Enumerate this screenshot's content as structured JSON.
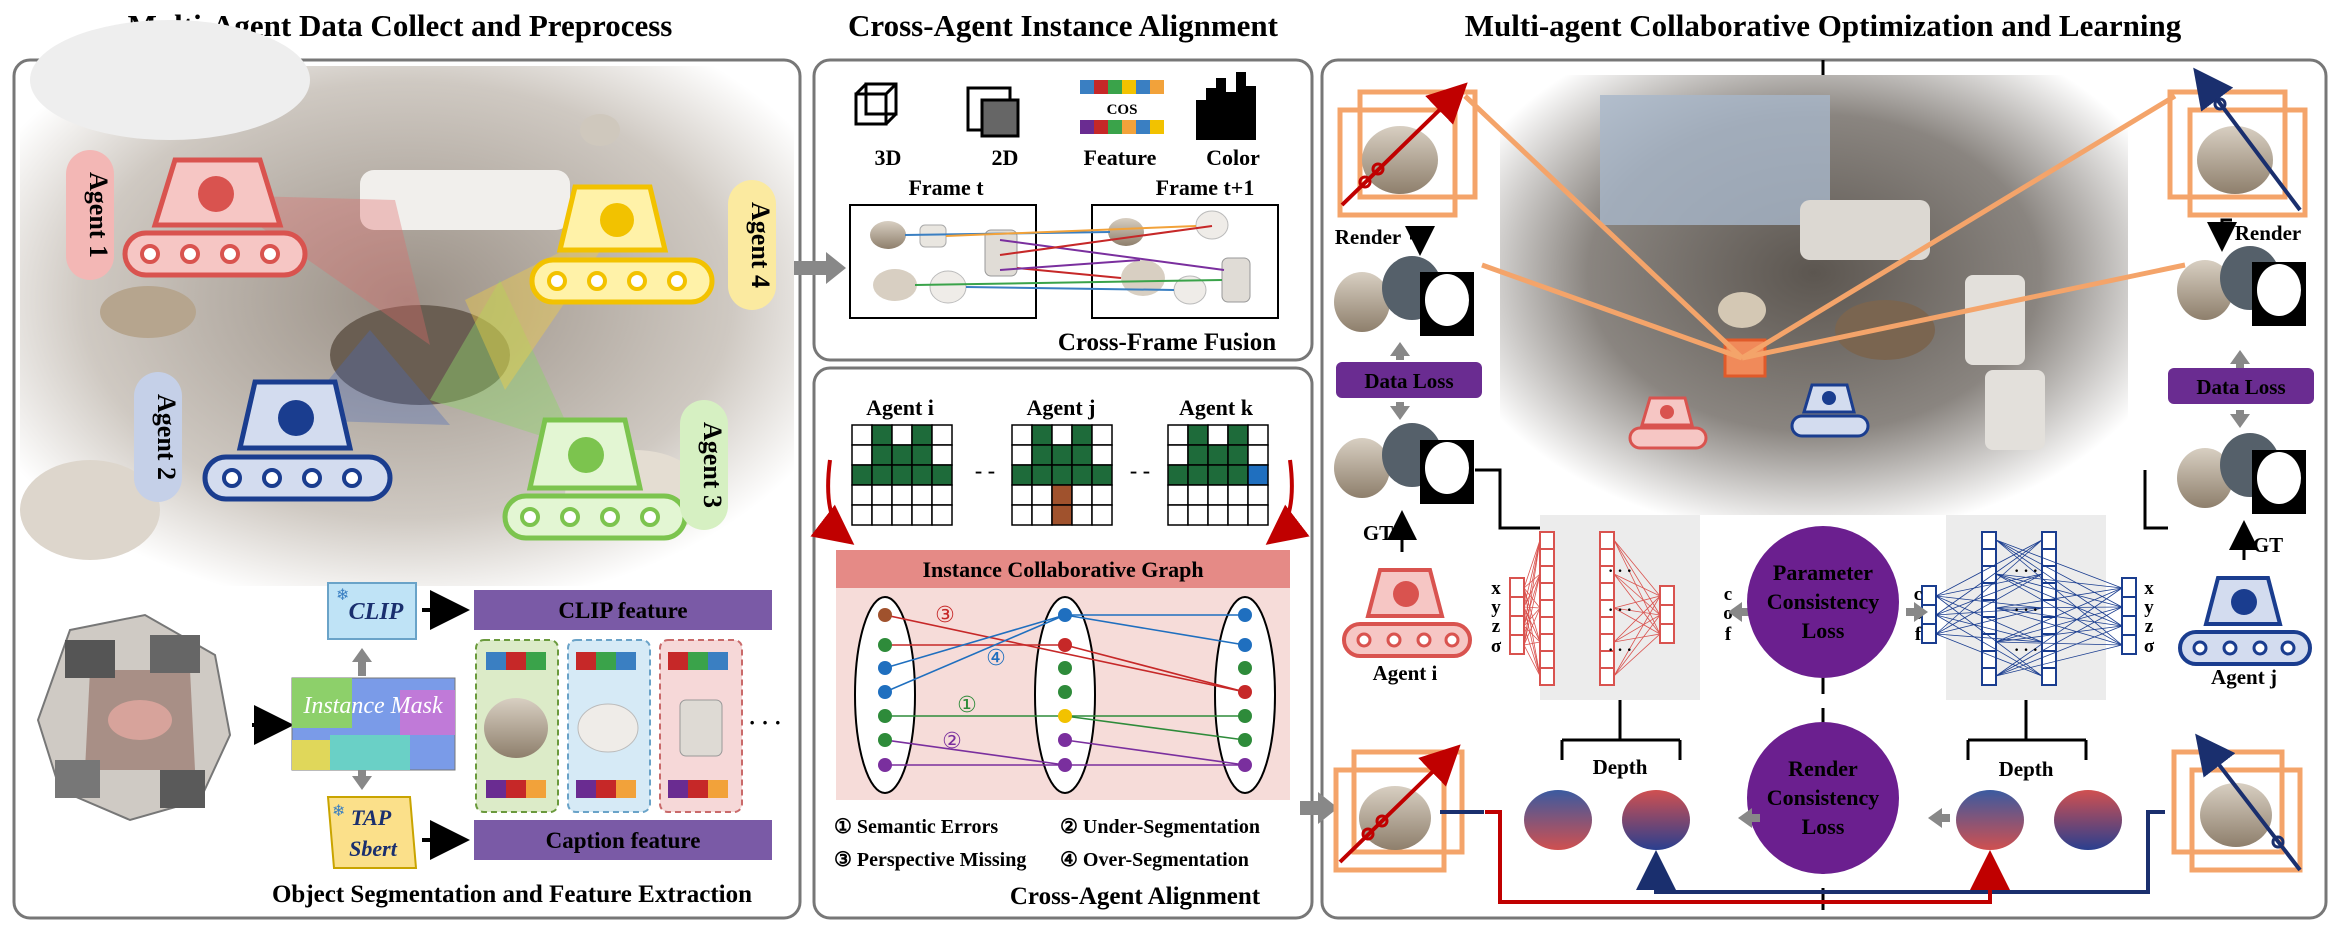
{
  "headers": {
    "left": "Multi-Agent Data Collect and Preprocess",
    "middle": "Cross-Agent Instance Alignment",
    "right": "Multi-agent Collaborative Optimization and Learning"
  },
  "left_panel": {
    "agents": [
      "Agent 1",
      "Agent 2",
      "Agent 3",
      "Agent 4"
    ],
    "clip": "CLIP",
    "instance_mask": "Instance Mask",
    "tap_sbert": [
      "TAP",
      "Sbert"
    ],
    "clip_feature": "CLIP feature",
    "caption_feature": "Caption feature",
    "ellipsis": "· · ·",
    "caption": "Object Segmentation and Feature Extraction"
  },
  "middle_top": {
    "legend": [
      "3D",
      "2D",
      "Feature",
      "Color"
    ],
    "cos": "COS",
    "frame_t": "Frame t",
    "frame_t1": "Frame t+1",
    "caption": "Cross-Frame Fusion"
  },
  "middle_bottom": {
    "agents": [
      "Agent i",
      "Agent j",
      "Agent k"
    ],
    "graph_title": "Instance Collaborative Graph",
    "markers": [
      "③",
      "④",
      "①",
      "②"
    ],
    "legend": [
      {
        "text": "① Semantic Errors",
        "color": "#2e8b3a"
      },
      {
        "text": "② Under-Segmentation",
        "color": "#7a2f9e"
      },
      {
        "text": "③ Perspective Missing",
        "color": "#c62828"
      },
      {
        "text": "④ Over-Segmentation",
        "color": "#1f6fbf"
      }
    ],
    "caption": "Cross-Agent Alignment"
  },
  "right_panel": {
    "render": "Render",
    "data_loss": "Data Loss",
    "gt": "GT",
    "agent_i": "Agent i",
    "agent_j": "Agent j",
    "inputs_left": [
      "x",
      "y",
      "z",
      "σ"
    ],
    "outputs_left": [
      "c",
      "o",
      "f"
    ],
    "inputs_right": [
      "x",
      "y",
      "z",
      "σ"
    ],
    "outputs_right": [
      "c",
      "o",
      "f"
    ],
    "dots": "· · ·",
    "param_loss": [
      "Parameter",
      "Consistency",
      "Loss"
    ],
    "render_loss": [
      "Render",
      "Consistency",
      "Loss"
    ],
    "depth": "Depth"
  },
  "colors": {
    "agent1": "#d9534f",
    "agent2": "#1a3d8f",
    "agent3": "#7cc44e",
    "agent4": "#f2c200",
    "purple": "#6a2c91",
    "loss_purple": "#6b1f8f",
    "bar_purple": "#7a5aa6",
    "graph_red": "#e58a86",
    "green_cell": "#1e6b3a",
    "brown_cell": "#a0522d",
    "blue_cell": "#1f6fbf"
  }
}
